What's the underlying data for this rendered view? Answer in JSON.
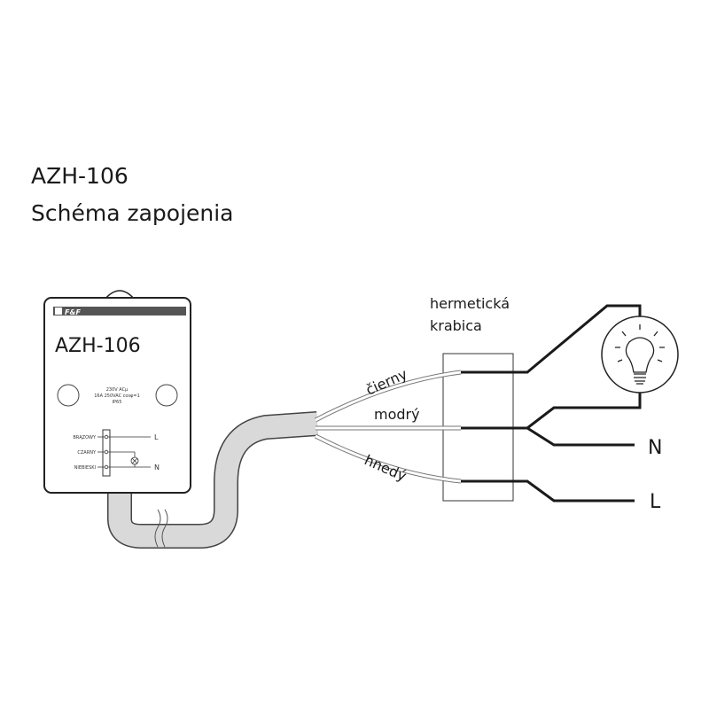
{
  "title": "AZH-106",
  "subtitle": "Schéma zapojenia",
  "device": {
    "brand": "F&F",
    "model": "AZH-106",
    "spec_line1": "230V ACµ",
    "spec_line2": "16A 250VAC cosφ=1",
    "spec_line3": "IP65",
    "terminals": [
      "BRĄZOWY",
      "CZARNY",
      "NIEBIESKI"
    ],
    "out_L": "L",
    "out_N": "N"
  },
  "box_label_line1": "hermetická",
  "box_label_line2": "krabica",
  "wires": [
    "čierny",
    "modrý",
    "hnedý"
  ],
  "mains": {
    "N": "N",
    "L": "L"
  }
}
